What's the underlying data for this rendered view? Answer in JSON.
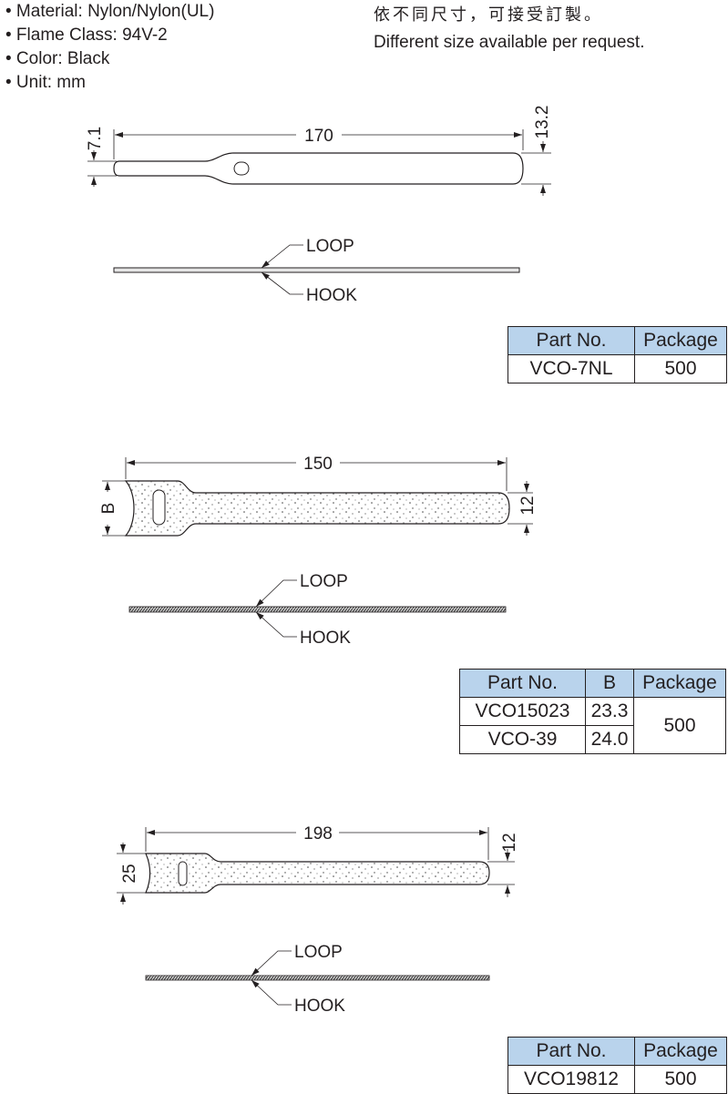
{
  "specs": [
    "• Material: Nylon/Nylon(UL)",
    "• Flame Class: 94V-2",
    "• Color: Black",
    "• Unit: mm"
  ],
  "note": {
    "zh": "依不同尺寸，可接受訂製。",
    "en": "Different size available per request."
  },
  "labels": {
    "loop": "LOOP",
    "hook": "HOOK"
  },
  "fig1": {
    "length": "170",
    "width": "13.2",
    "tail": "7.1"
  },
  "fig2": {
    "length": "150",
    "width": "12",
    "head": "B"
  },
  "fig3": {
    "length": "198",
    "width": "12",
    "head": "25"
  },
  "table1": {
    "headers": [
      "Part No.",
      "Package"
    ],
    "rows": [
      [
        "VCO-7NL",
        "500"
      ]
    ]
  },
  "table2": {
    "headers": [
      "Part No.",
      "B",
      "Package"
    ],
    "rows": [
      [
        "VCO15023",
        "23.3"
      ],
      [
        "VCO-39",
        "24.0"
      ]
    ],
    "package": "500"
  },
  "table3": {
    "headers": [
      "Part No.",
      "Package"
    ],
    "rows": [
      [
        "VCO19812",
        "500"
      ]
    ]
  },
  "colors": {
    "header_fill": "#b9d3ec",
    "ink": "#231f20"
  }
}
